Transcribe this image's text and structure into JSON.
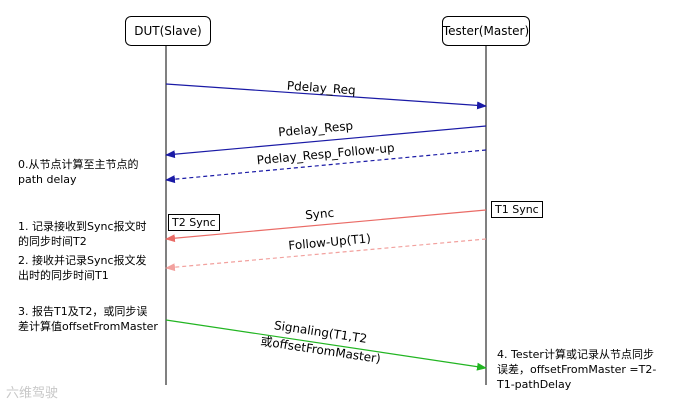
{
  "participants": {
    "dut": "DUT(Slave)",
    "tester": "Tester(Master)"
  },
  "messages": {
    "pdelay_req": "Pdelay_Req",
    "pdelay_resp": "Pdelay_Resp",
    "pdelay_resp_followup": "Pdelay_Resp_Follow-up",
    "sync": "Sync",
    "followup": "Follow-Up(T1)",
    "signaling_line1": "Signaling(T1,T2",
    "signaling_line2": "或offsetFromMaster)"
  },
  "timestamps": {
    "t1": "T1 Sync",
    "t2": "T2 Sync"
  },
  "notes": {
    "note0_line1": "0.从节点计算至主节点的",
    "note0_line2": "path delay",
    "note1_line1": "1. 记录接收到Sync报文时",
    "note1_line2": "的同步时间T2",
    "note2_line1": "2. 接收并记录Sync报文发",
    "note2_line2": "出时的同步时间T1",
    "note3_line1": "3. 报告T1及T2，或同步误",
    "note3_line2": "差计算值offsetFromMaster",
    "note4_line1": "4. Tester计算或记录从节点同步",
    "note4_line2": "误差，offsetFromMaster =T2-",
    "note4_line3": "T1-pathDelay"
  },
  "watermark": "六维驾驶",
  "colors": {
    "blue": "#1a1aa6",
    "red": "#ea6b66",
    "green": "#22b522",
    "black": "#000000"
  }
}
